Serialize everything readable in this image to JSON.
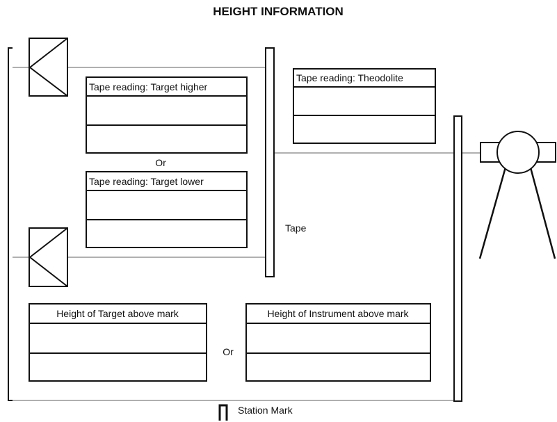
{
  "title": "HEIGHT INFORMATION",
  "boxes": {
    "target_higher": "Tape reading: Target higher",
    "target_lower": "Tape reading: Target lower",
    "theodolite": "Tape reading: Theodolite",
    "target_above_mark": "Height of Target above mark",
    "instrument_above_mark": "Height of Instrument above mark"
  },
  "labels": {
    "or_upper": "Or",
    "or_lower": "Or",
    "tape": "Tape",
    "station_mark": "Station Mark"
  },
  "colors": {
    "stroke": "#111111",
    "sight_line": "#b0b0b0",
    "background": "#ffffff"
  }
}
